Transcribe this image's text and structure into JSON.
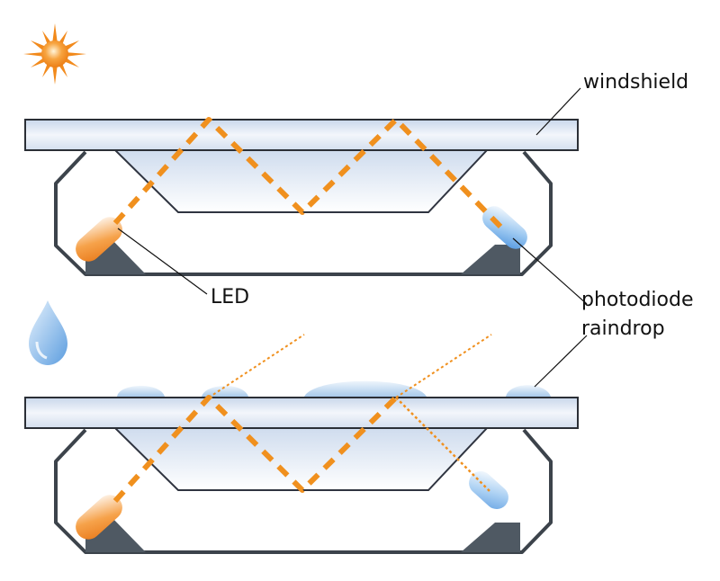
{
  "labels": {
    "windshield": "windshield",
    "led": "LED",
    "photodiode": "photodiode",
    "raindrop": "raindrop"
  },
  "icons": {
    "sun": "sun-icon",
    "raindrop": "raindrop-icon"
  },
  "panels": [
    {
      "state": "dry",
      "beam_reflections_inside_glass": 2,
      "raindrops_on_glass": 0
    },
    {
      "state": "wet",
      "beam_reflections_inside_glass": 2,
      "raindrops_on_glass": 4
    }
  ],
  "colors": {
    "glass": "#dfe8f3",
    "glass_edge": "#2b2f36",
    "beam": "#f0901e",
    "led": "#f08a1e",
    "photodiode": "#7fb6ea",
    "mount": "#4f5963",
    "sun": "#f28a1c",
    "drop": "#8fc0ea"
  }
}
